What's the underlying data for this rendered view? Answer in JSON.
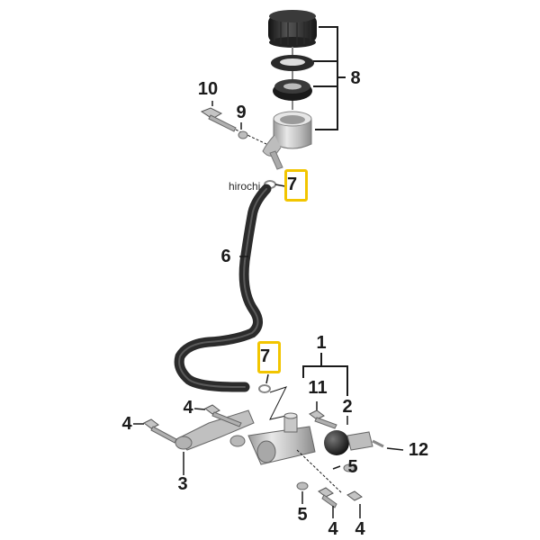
{
  "watermark": "hirochi",
  "callouts": {
    "p1": "1",
    "p2": "2",
    "p3": "3",
    "p4_left": "4",
    "p4_mid": "4",
    "p4_bottom_a": "4",
    "p4_bottom_b": "4",
    "p5_right": "5",
    "p5_bottom": "5",
    "p6": "6",
    "p7_top": "7",
    "p7_bottom": "7",
    "p8": "8",
    "p9": "9",
    "p10": "10",
    "p11": "11",
    "p12": "12"
  },
  "colors": {
    "highlight": "#f2c500",
    "line": "#1a1a1a",
    "hose": "#2b2b2b",
    "metal": "#c8c8c8"
  }
}
